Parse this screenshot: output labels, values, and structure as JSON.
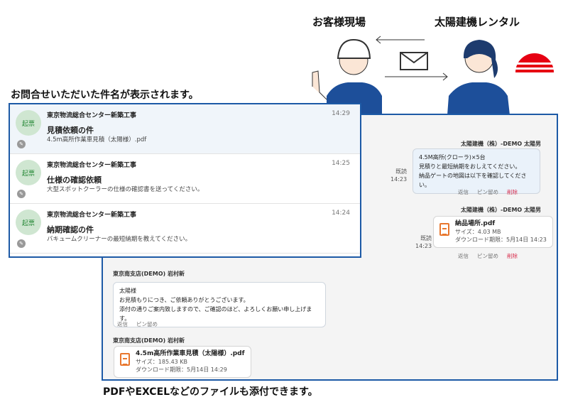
{
  "illustration": {
    "customer_label": "お客様現場",
    "company_label": "太陽建機レンタル",
    "colors": {
      "brand_red": "#e60012",
      "uniform_blue": "#1d4f9a"
    }
  },
  "captions": {
    "top": "お問合せいただいた件名が表示されます。",
    "bottom": "PDFやEXCELなどのファイルも添付できます。"
  },
  "inquiry_list": [
    {
      "badge": "起票",
      "project": "東京物流総合センター新築工事",
      "time": "14:29",
      "subject": "見積依頼の件",
      "preview": "4.5m高所作業車見積（太陽様）.pdf",
      "selected": true
    },
    {
      "badge": "起票",
      "project": "東京物流総合センター新築工事",
      "time": "14:25",
      "subject": "仕様の確認依頼",
      "preview": "大型スポットクーラーの仕様の確認書を送ってください。"
    },
    {
      "badge": "起票",
      "project": "東京物流総合センター新築工事",
      "time": "14:24",
      "subject": "納期確認の件",
      "preview": "バキュームクリーナーの最短納期を教えてください。"
    }
  ],
  "chat": {
    "actions": {
      "reply": "返信",
      "pin": "ピン留め",
      "delete": "削除"
    },
    "messages": [
      {
        "sender": "太陽建機（株）-DEMO 太陽男",
        "read": "既読",
        "time": "14:23",
        "lines": [
          "4.5M高所(クローラ)×5台",
          "見積りと最短納期をおしえてください。",
          "納品ゲートの地図は以下を確認してください。"
        ]
      },
      {
        "sender": "太陽建機（株）-DEMO 太陽男",
        "read": "既読",
        "time": "14:23",
        "file": {
          "name": "納品場所.pdf",
          "size": "サイズ：4.03 MB",
          "download": "ダウンロード期限：5月14日 14:23"
        }
      },
      {
        "sender": "東京南支店(DEMO) 岩村新",
        "lines": [
          "太陽様",
          "お見積もりにつき、ご依頼ありがとうございます。",
          "添付の通りご案内致しますので、ご確認のほど、よろしくお願い申し上げます。"
        ]
      },
      {
        "sender": "東京南支店(DEMO) 岩村新",
        "file": {
          "name": "4.5m高所作業車見積（太陽様）.pdf",
          "size": "サイズ：185.43 KB",
          "download": "ダウンロード期限：5月14日 14:29"
        }
      }
    ]
  }
}
